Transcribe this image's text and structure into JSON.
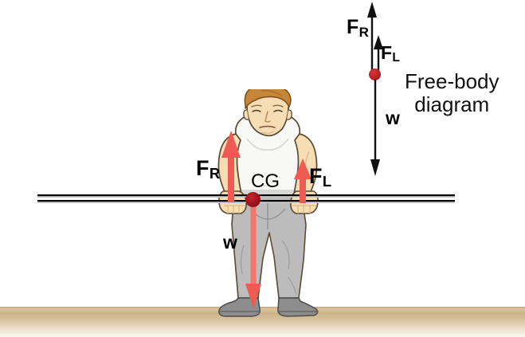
{
  "figure": {
    "title": "Free-body diagram of a man holding a horizontal bar",
    "type": "physics-force-diagram"
  },
  "colors": {
    "force_arrow_red": "#ef5a53",
    "weight_arrow_red": "#f2766c",
    "dot_red": "#b01f26",
    "bar_black": "#000000",
    "ground_tan": "#cdb288",
    "skin": "#f6deb4",
    "hair": "#c78a3c",
    "shirt_white": "#f7f7f5",
    "pants_gray": "#b9b9b9",
    "shoe_gray": "#8c8c8c",
    "outline": "#3a2a18"
  },
  "main_diagram": {
    "labels": {
      "force_right": {
        "symbol": "F",
        "subscript": "R"
      },
      "force_left": {
        "symbol": "F",
        "subscript": "L"
      },
      "weight": {
        "symbol": "w"
      },
      "center_of_gravity": "CG"
    },
    "bar": {
      "name": "horizontal-bar",
      "rails": 2
    },
    "person": {
      "name": "man-holding-bar",
      "parts": [
        "head",
        "hair",
        "face",
        "torso",
        "tank-top",
        "arms",
        "hands",
        "pants",
        "shoes"
      ]
    },
    "ground": {
      "name": "ground-surface"
    }
  },
  "free_body_diagram": {
    "caption_line1": "Free-body",
    "caption_line2": "diagram",
    "point_label": "center-of-gravity-point",
    "labels": {
      "force_right": {
        "symbol": "F",
        "subscript": "R"
      },
      "force_left": {
        "symbol": "F",
        "subscript": "L"
      },
      "weight": {
        "symbol": "w"
      }
    },
    "vectors": [
      {
        "name": "F_R",
        "direction": "up",
        "relative_length": "long"
      },
      {
        "name": "F_L",
        "direction": "up",
        "relative_length": "short"
      },
      {
        "name": "w",
        "direction": "down",
        "relative_length": "longest"
      }
    ]
  }
}
